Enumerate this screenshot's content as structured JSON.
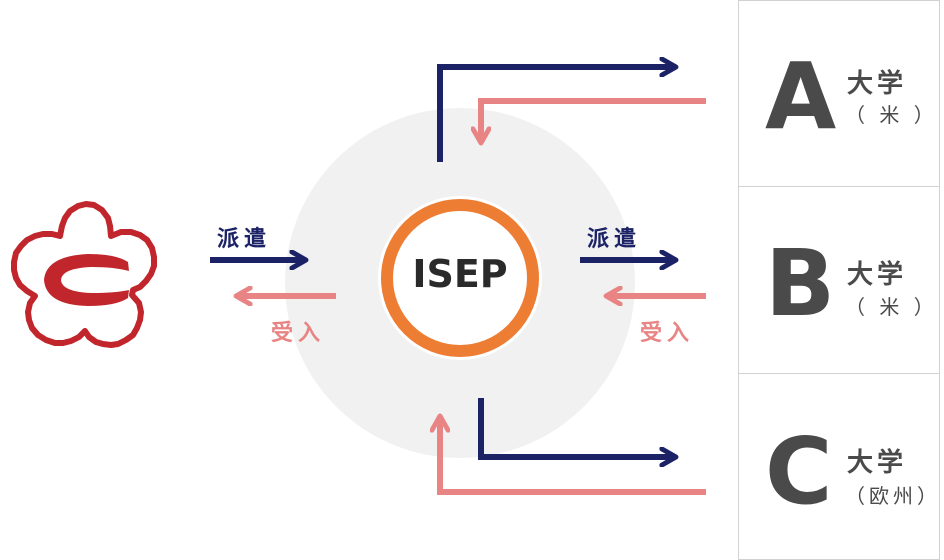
{
  "center": {
    "label": "ISEP"
  },
  "left_labels": {
    "send": "派遣",
    "receive": "受入"
  },
  "right_labels": {
    "send": "派遣",
    "receive": "受入"
  },
  "universities": [
    {
      "letter": "A",
      "name": "大学",
      "region": "（ 米 ）"
    },
    {
      "letter": "B",
      "name": "大学",
      "region": "（ 米 ）"
    },
    {
      "letter": "C",
      "name": "大学",
      "region": "（欧州）"
    }
  ],
  "colors": {
    "send_arrow": "#1c2266",
    "receive_arrow": "#e88484",
    "isep_ring": "#ee7d34",
    "logo": "#c0262b",
    "halo": "#f1f1f1",
    "university_text": "#4a4a4a"
  },
  "icons": {
    "home_logo": "plum-blossom-logo"
  }
}
